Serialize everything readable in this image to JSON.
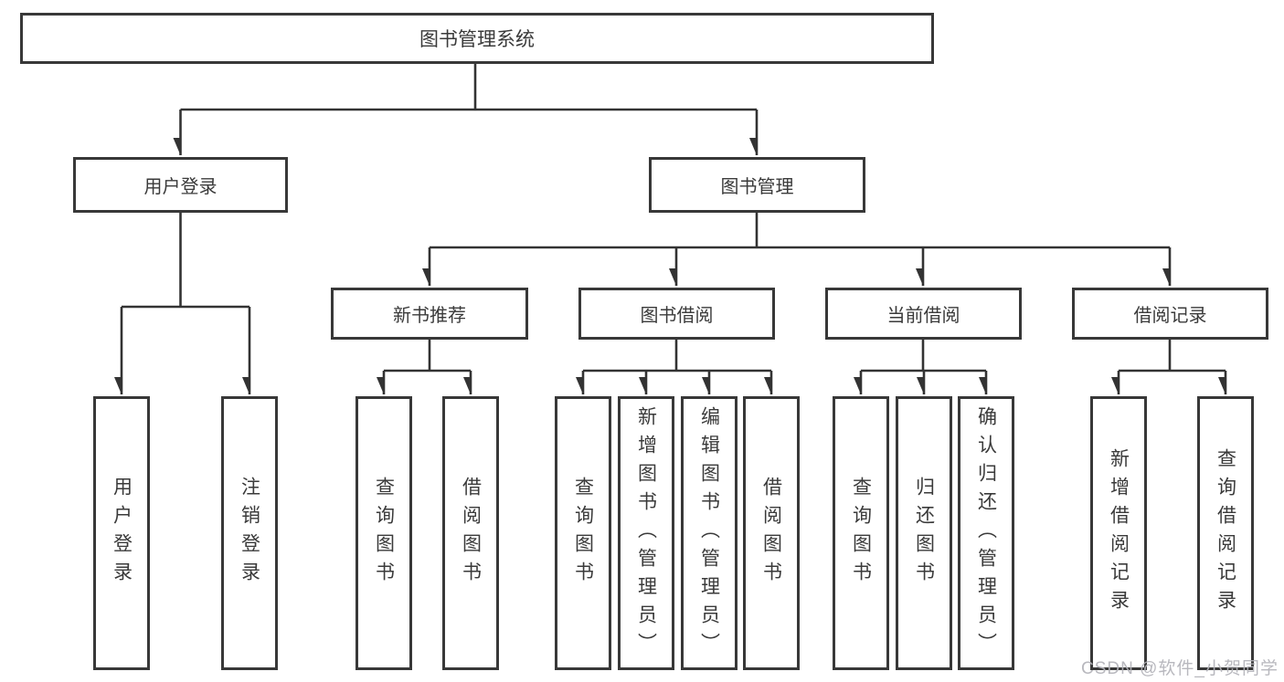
{
  "tree": {
    "root": {
      "label": "图书管理系统",
      "children": [
        {
          "label": "用户登录",
          "children": [
            {
              "label": "用户登录"
            },
            {
              "label": "注销登录"
            }
          ]
        },
        {
          "label": "图书管理",
          "children": [
            {
              "label": "新书推荐",
              "children": [
                {
                  "label": "查询图书"
                },
                {
                  "label": "借阅图书"
                }
              ]
            },
            {
              "label": "图书借阅",
              "children": [
                {
                  "label": "查询图书"
                },
                {
                  "label": "新增图书（管理员）"
                },
                {
                  "label": "编辑图书（管理员）"
                },
                {
                  "label": "借阅图书"
                }
              ]
            },
            {
              "label": "当前借阅",
              "children": [
                {
                  "label": "查询图书"
                },
                {
                  "label": "归还图书"
                },
                {
                  "label": "确认归还（管理员）"
                }
              ]
            },
            {
              "label": "借阅记录",
              "children": [
                {
                  "label": "新增借阅记录"
                },
                {
                  "label": "查询借阅记录"
                }
              ]
            }
          ]
        }
      ]
    }
  },
  "watermark": {
    "text": "CSDN @软件_小贺同学"
  },
  "colors": {
    "line": "#333333",
    "border": "#383838",
    "text": "#3a3a3a",
    "watermark": "#b2b2b9",
    "background": "#ffffff"
  }
}
